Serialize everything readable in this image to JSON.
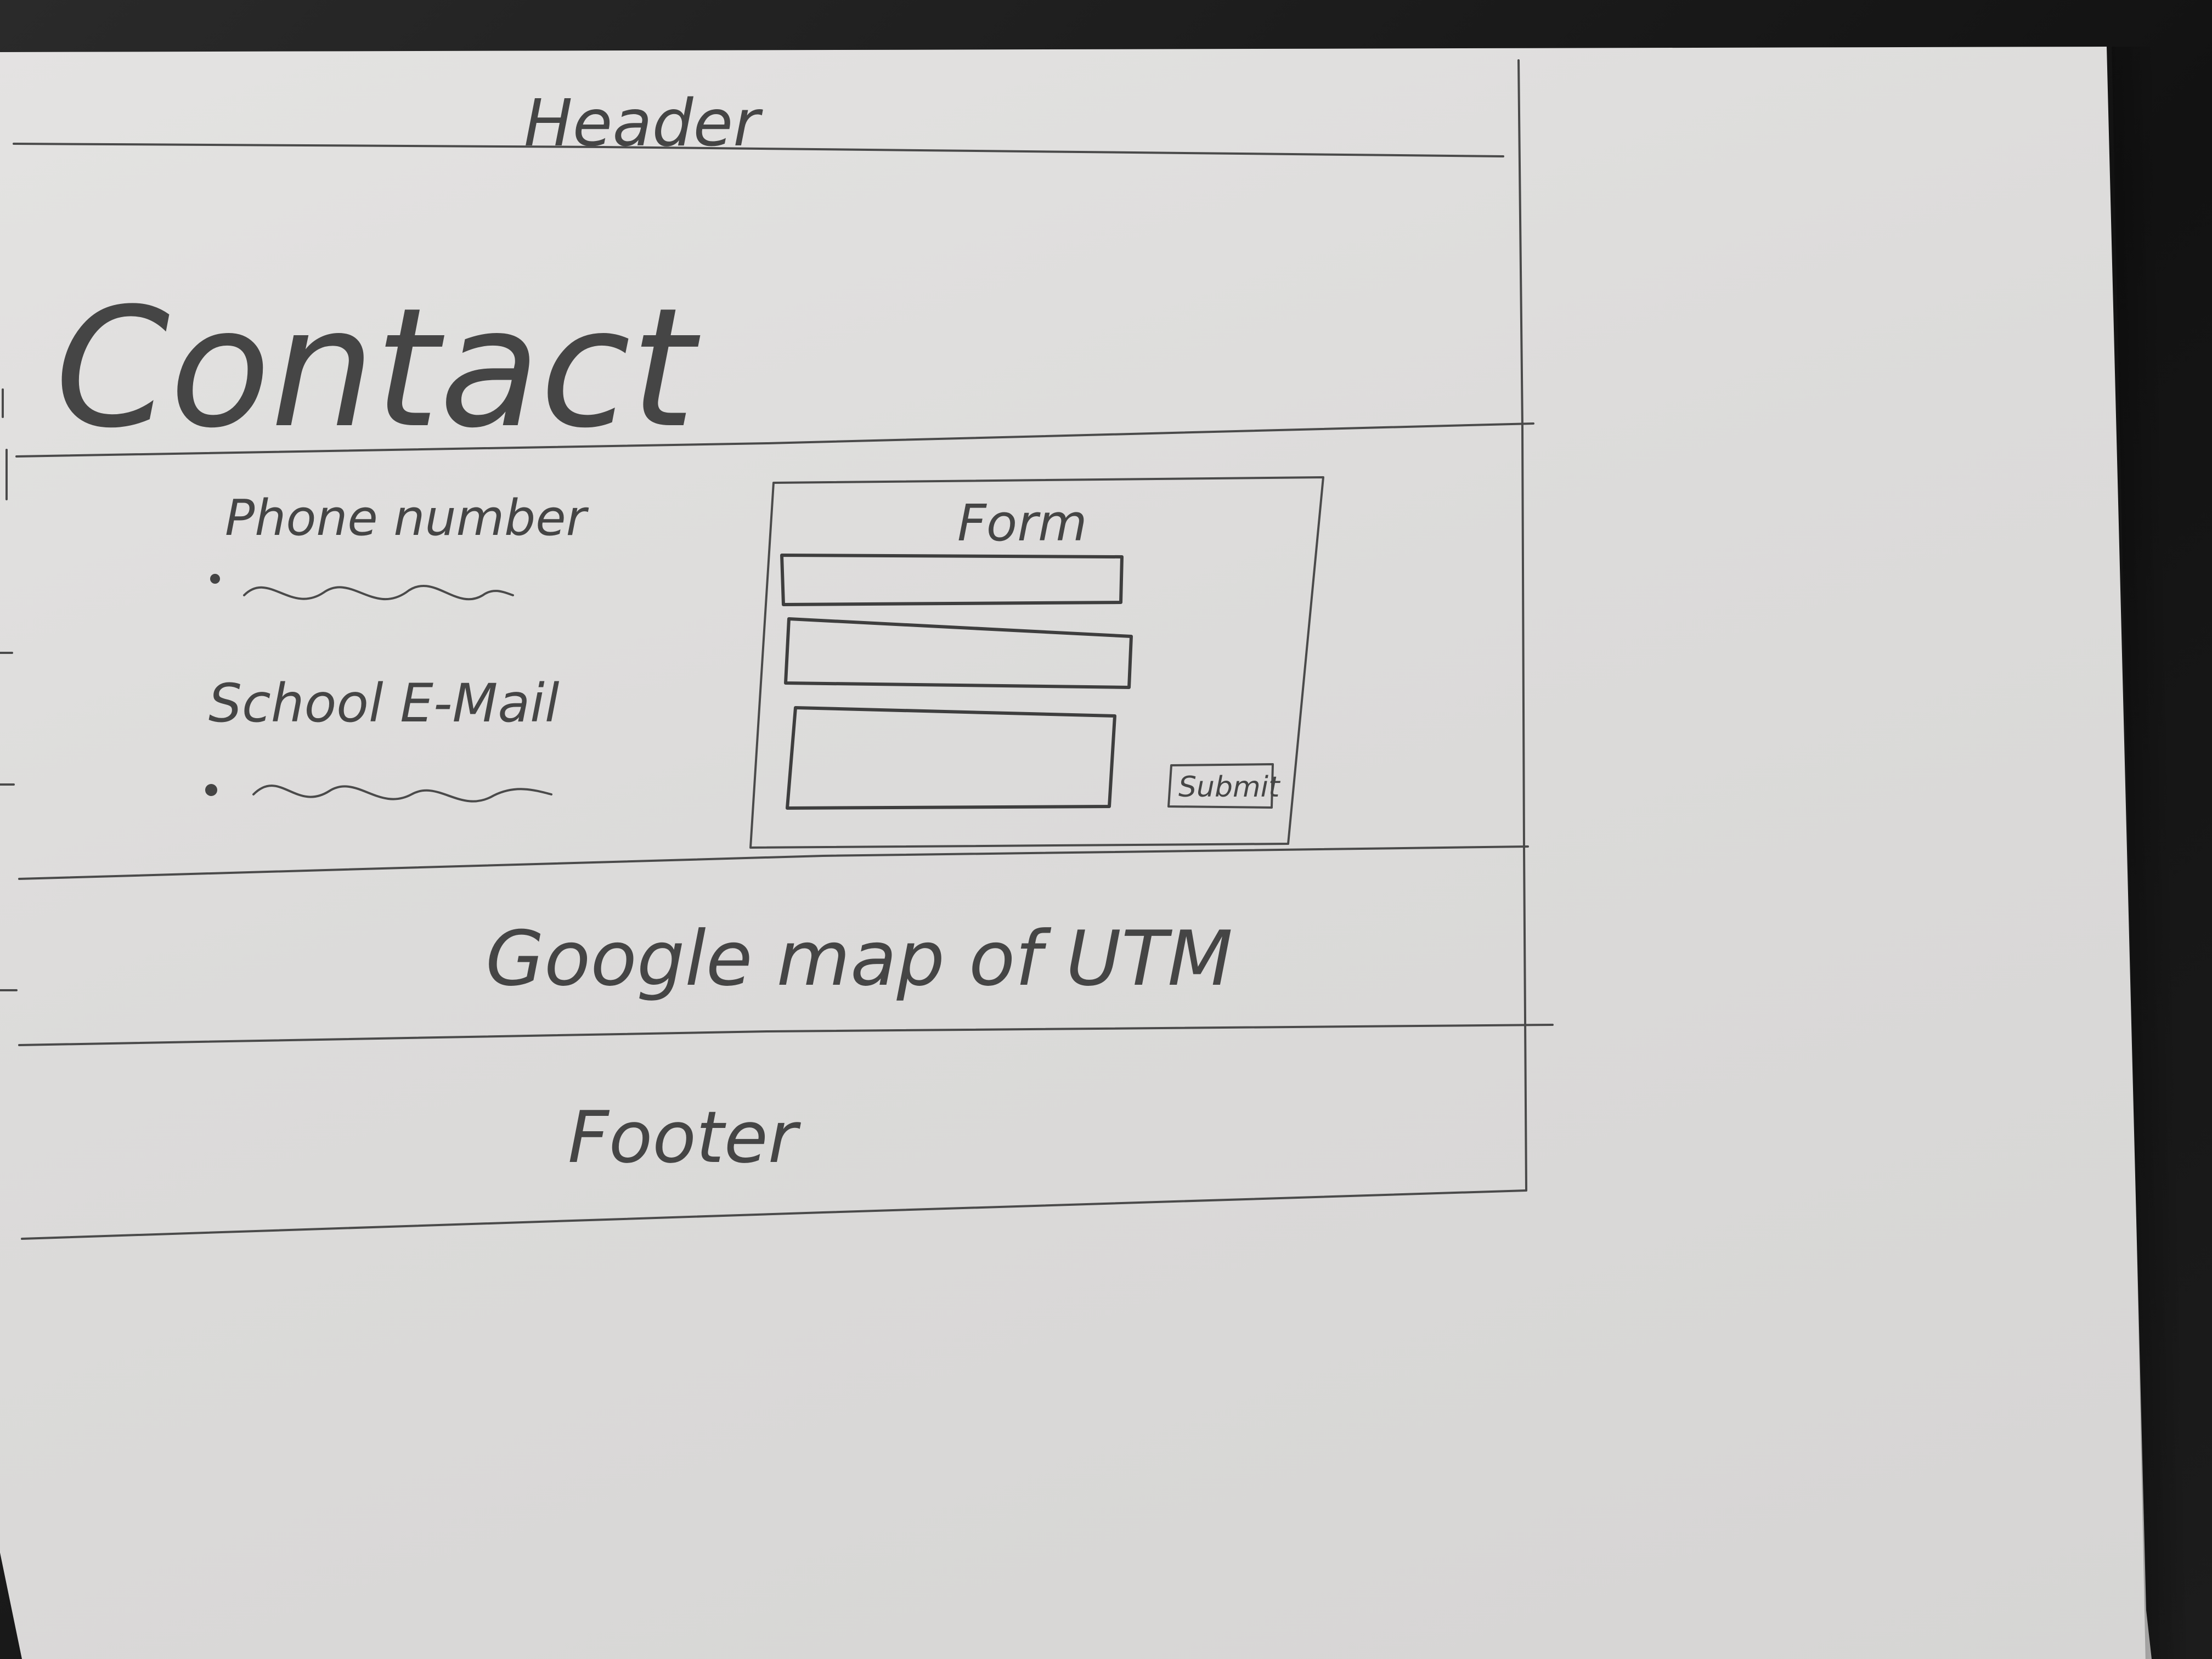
{
  "sketch": {
    "header_label": "Header",
    "page_title": "Contact",
    "phone_label": "Phone number",
    "email_label": "School E-Mail",
    "form": {
      "title": "Form",
      "submit_label": "Submit"
    },
    "map_label": "Google map of UTM",
    "footer_label": "Footer"
  }
}
